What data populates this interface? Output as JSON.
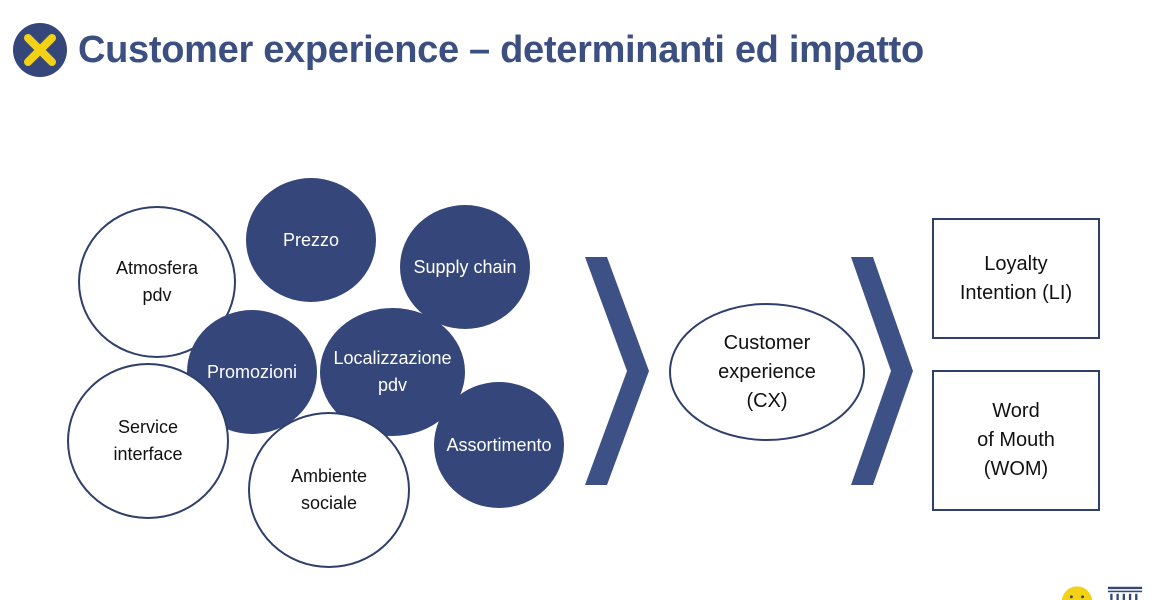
{
  "slide": {
    "title": "Customer experience – determinanti ed impatto",
    "title_icon": "close-x-icon",
    "colors": {
      "primary": "#34467a",
      "title": "#3b4f81",
      "accent": "#f2d116"
    }
  },
  "determinants": [
    {
      "label": "Atmosfera\npdv",
      "style": "light"
    },
    {
      "label": "Prezzo",
      "style": "dark"
    },
    {
      "label": "Supply chain",
      "style": "dark"
    },
    {
      "label": "Promozioni",
      "style": "dark"
    },
    {
      "label": "Localizzazione\npdv",
      "style": "dark"
    },
    {
      "label": "Service\ninterface",
      "style": "light"
    },
    {
      "label": "Assortimento",
      "style": "dark"
    },
    {
      "label": "Ambiente\nsociale",
      "style": "light"
    }
  ],
  "center": {
    "label": "Customer\nexperience\n(CX)"
  },
  "outcomes": [
    {
      "label": "Loyalty\nIntention (LI)"
    },
    {
      "label": "Word\nof Mouth\n(WOM)"
    }
  ],
  "footer": {
    "logos": [
      "smiley-logo-icon",
      "building-logo-icon"
    ]
  }
}
